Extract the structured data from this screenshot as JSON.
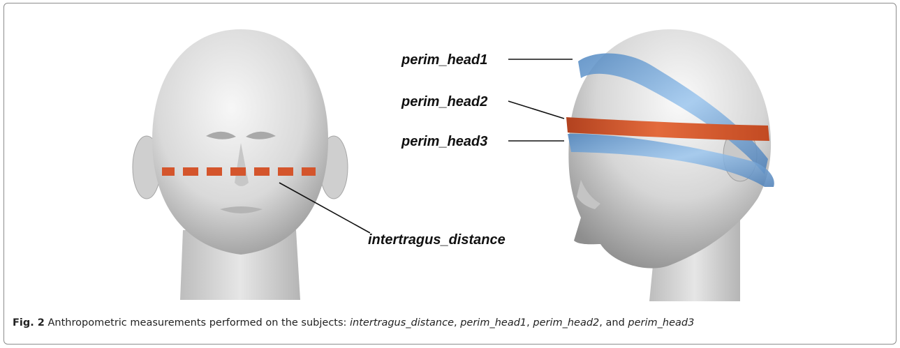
{
  "figure": {
    "labels": {
      "intertragus": "intertragus_distance",
      "perim1": "perim_head1",
      "perim2": "perim_head2",
      "perim3": "perim_head3"
    },
    "caption": {
      "fig_number": "Fig. 2",
      "text": "Anthropometric measurements performed on the subjects: ",
      "term1": "intertragus_distance",
      "sep1": ", ",
      "term2": "perim_head1",
      "sep2": ", ",
      "term3": "perim_head2",
      "sep3": ", and ",
      "term4": "perim_head3"
    },
    "colors": {
      "band_red": "#d4552c",
      "band_blue": "#6a9fd3",
      "head_gray": "#dcdcdc"
    }
  }
}
